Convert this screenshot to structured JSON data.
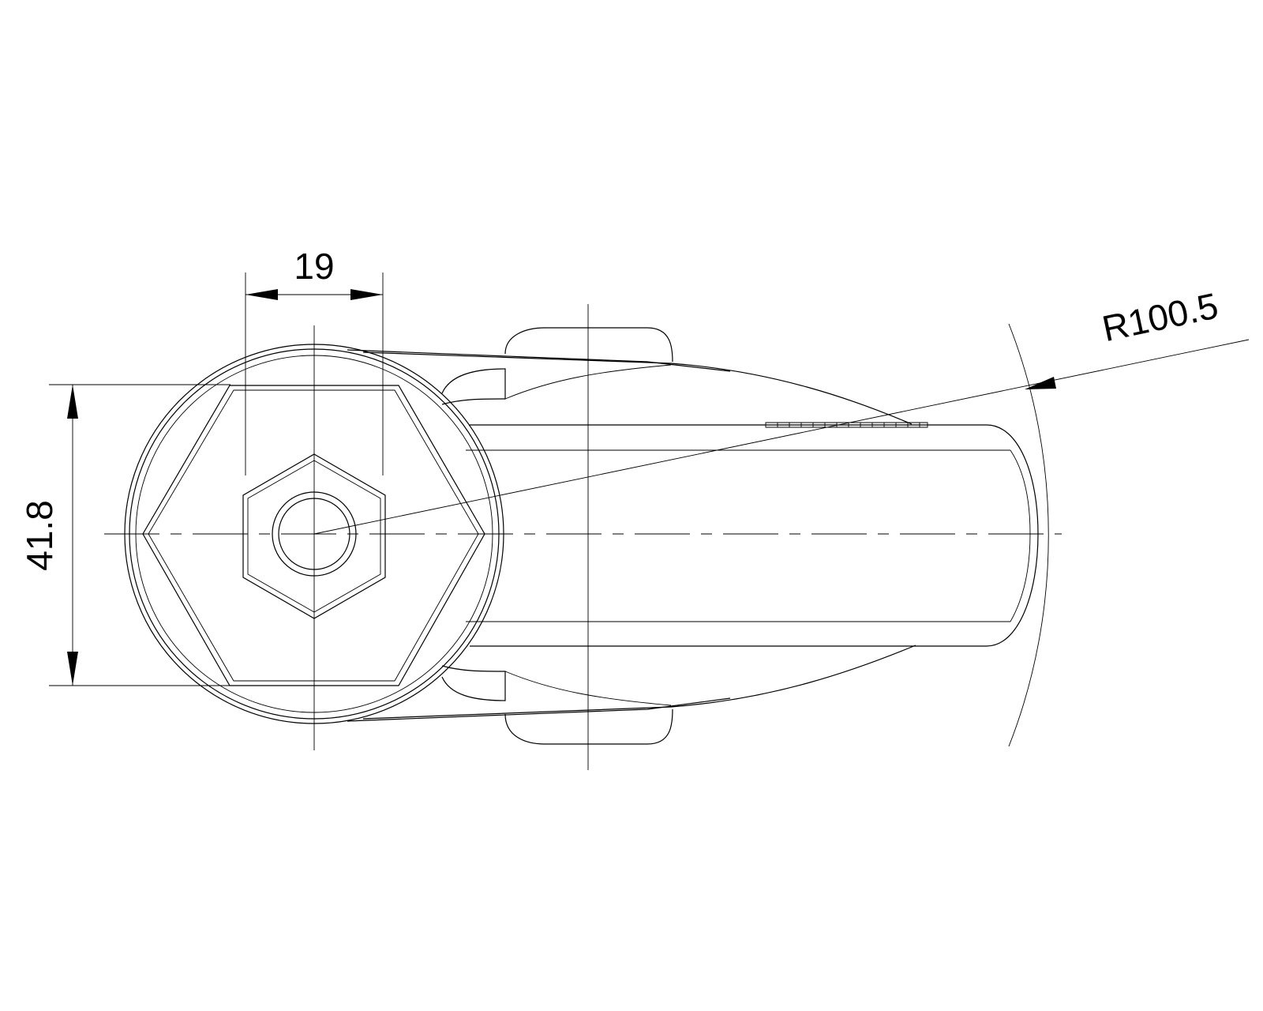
{
  "drawing": {
    "dimensions": {
      "width_label": "19",
      "height_label": "41.8",
      "radius_label": "R100.5"
    }
  }
}
